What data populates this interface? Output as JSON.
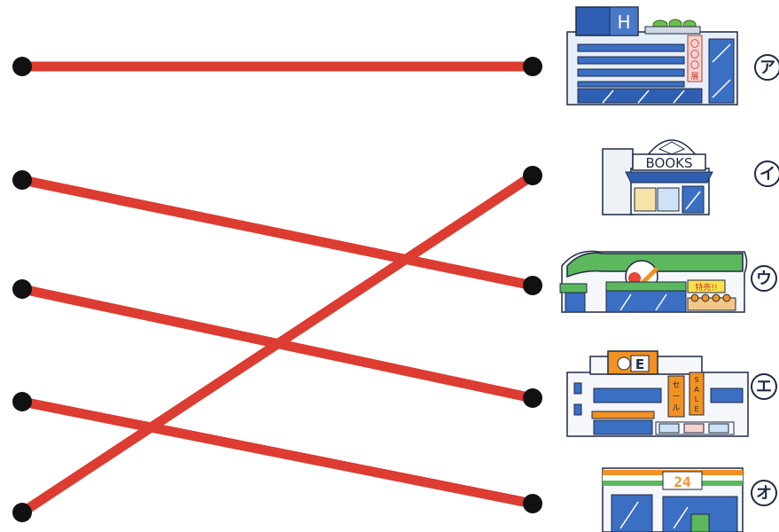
{
  "colors": {
    "line": "#dc3c31",
    "dot": "#111111",
    "building_blue": "#2f5fb3",
    "awning_green": "#5cb85c",
    "store_orange": "#f29222"
  },
  "connections": [
    {
      "from": 1,
      "to": 1
    },
    {
      "from": 2,
      "to": 3
    },
    {
      "from": 3,
      "to": 4
    },
    {
      "from": 4,
      "to": 5
    },
    {
      "from": 5,
      "to": 2
    }
  ],
  "buildings": [
    {
      "name": "hotel-department-store",
      "sign": "H",
      "banner": [
        "〇",
        "〇",
        "〇",
        "展"
      ],
      "choice": "ア"
    },
    {
      "name": "bookstore",
      "sign": "BOOKS",
      "choice": "イ"
    },
    {
      "name": "supermarket",
      "sign": "特売!!",
      "choice": "ウ"
    },
    {
      "name": "electronics-store",
      "sign": "E",
      "banner1": [
        "セ",
        "ー",
        "ル"
      ],
      "banner2": [
        "S",
        "A",
        "L",
        "E"
      ],
      "choice": "エ"
    },
    {
      "name": "convenience-store",
      "sign": "24",
      "choice": "オ"
    }
  ]
}
